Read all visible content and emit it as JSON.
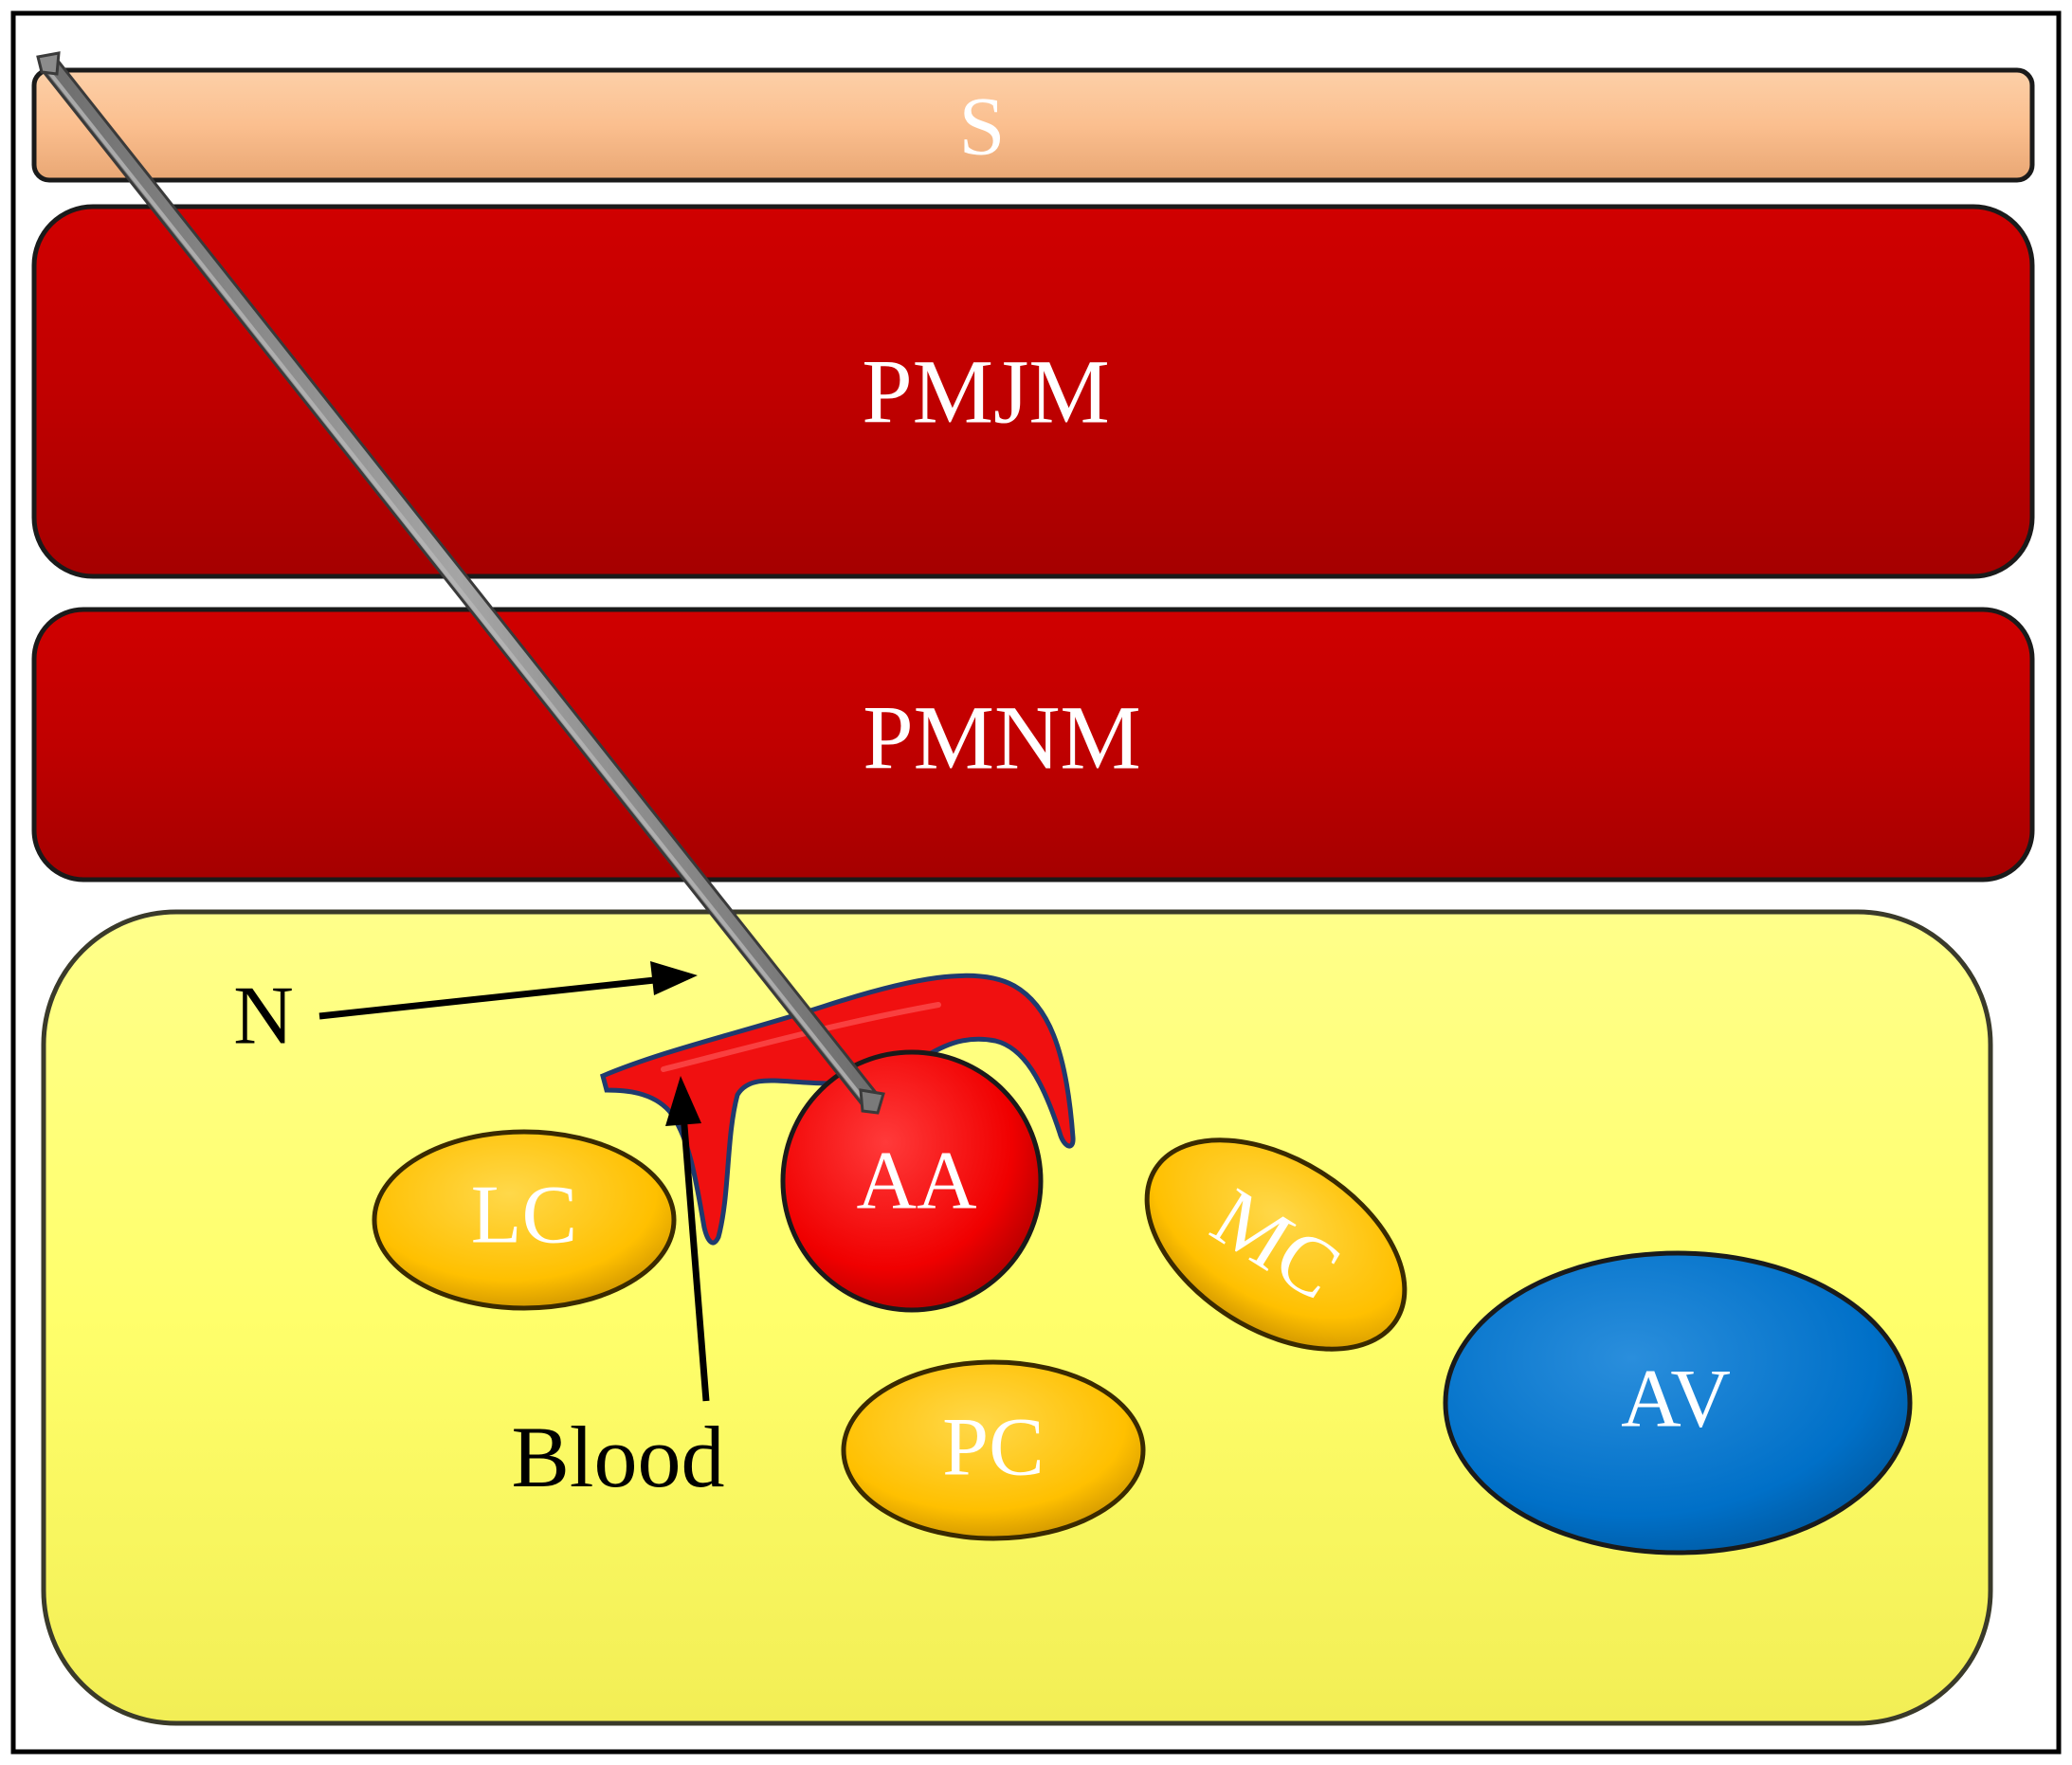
{
  "layers": {
    "skin": {
      "label": "S",
      "color": "#FBBF8F"
    },
    "pmjm": {
      "label": "PMJM",
      "color": "#C00000"
    },
    "pmnm": {
      "label": "PMNM",
      "color": "#C00000"
    },
    "fat": {
      "color": "#FFFF6B"
    }
  },
  "structures": {
    "aa": {
      "label": "AA",
      "color": "#FF0000"
    },
    "av": {
      "label": "AV",
      "color": "#0070C8"
    },
    "lc": {
      "label": "LC",
      "color": "#FFC000"
    },
    "mc": {
      "label": "MC",
      "color": "#FFC000"
    },
    "pc": {
      "label": "PC",
      "color": "#FFC000"
    },
    "blood_color": "#F01010",
    "needle_color": "#8C8C8C"
  },
  "annotations": {
    "needle_label": "N",
    "blood_label": "Blood"
  }
}
